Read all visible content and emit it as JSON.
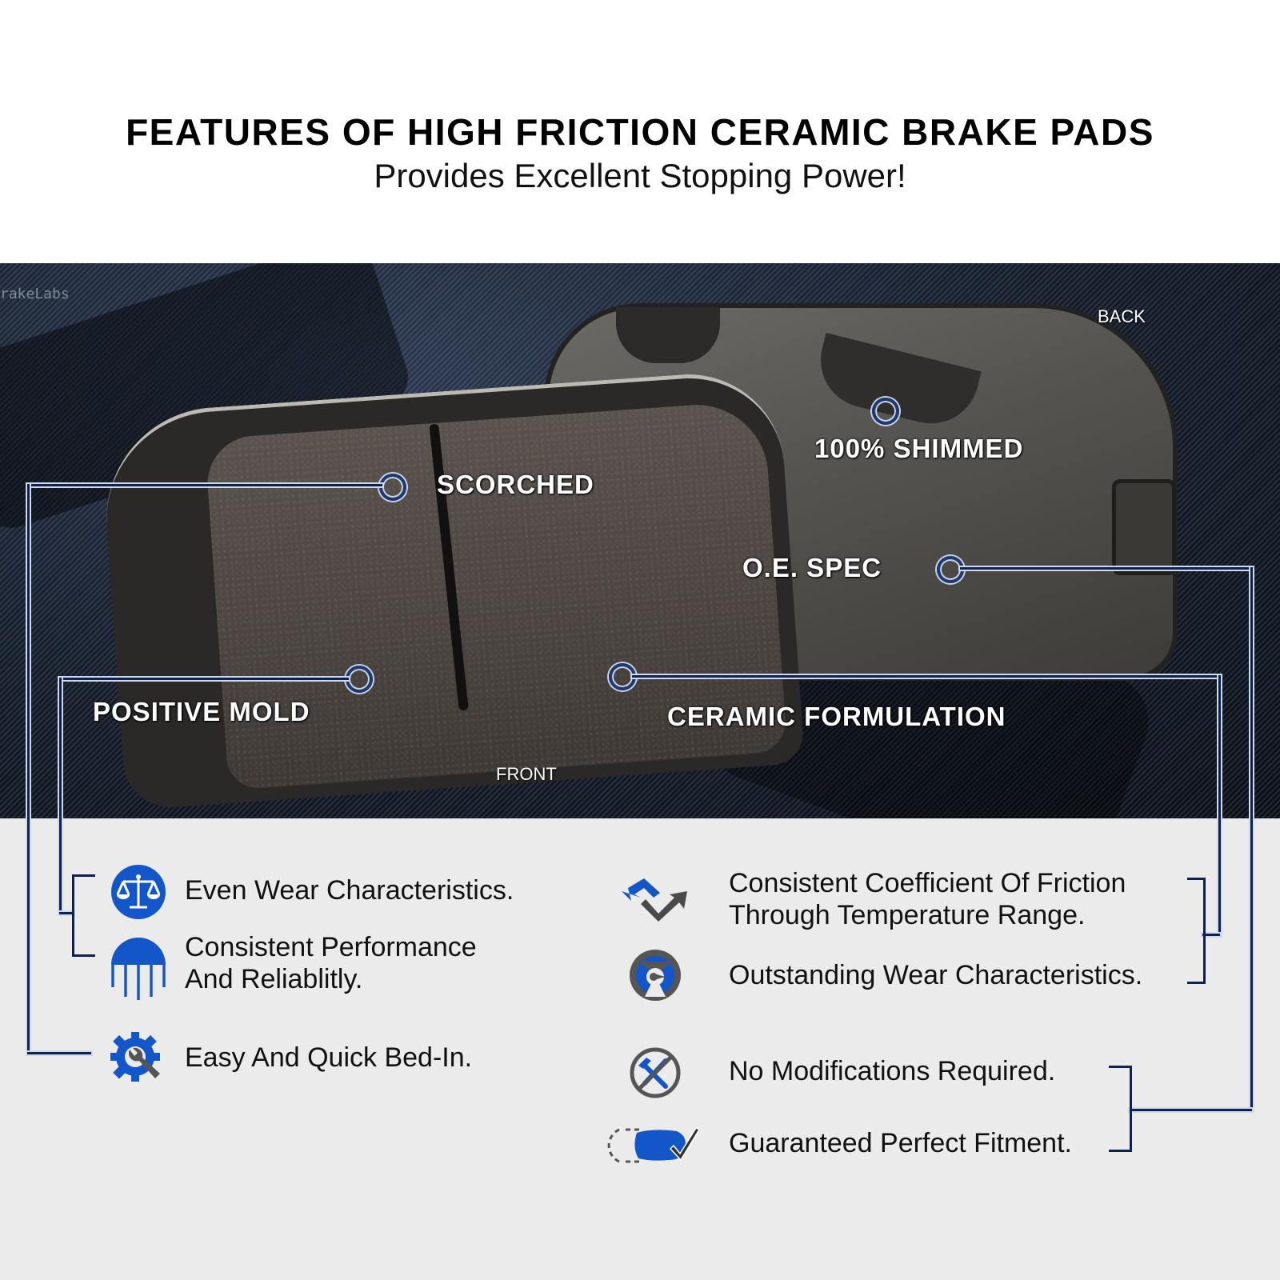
{
  "header": {
    "title": "FEATURES OF HIGH FRICTION CERAMIC BRAKE PADS",
    "subtitle": "Provides Excellent Stopping Power!"
  },
  "hero": {
    "watermark": "rakeLabs",
    "back_label": "BACK",
    "front_label": "FRONT",
    "callouts": {
      "scorched": "SCORCHED",
      "shimmed": "100% SHIMMED",
      "oe_spec": "O.E. SPEC",
      "positive_mold": "POSITIVE MOLD",
      "ceramic_formulation": "CERAMIC FORMULATION"
    }
  },
  "features": {
    "left": [
      {
        "icon": "scales-icon",
        "text": "Even Wear Characteristics."
      },
      {
        "icon": "umbrella-shield-icon",
        "text_line1": "Consistent Performance",
        "text_line2": "And Reliablitly."
      },
      {
        "icon": "gear-wrench-icon",
        "text": "Easy And Quick Bed-In."
      }
    ],
    "right": [
      {
        "icon": "zigzag-arrows-icon",
        "text_line1": "Consistent Coefficient Of Friction",
        "text_line2": "Through Temperature Range."
      },
      {
        "icon": "speedometer-icon",
        "text": "Outstanding Wear Characteristics."
      },
      {
        "icon": "no-tools-icon",
        "text": "No Modifications Required."
      },
      {
        "icon": "fitment-check-icon",
        "text": "Guaranteed Perfect Fitment."
      }
    ]
  },
  "colors": {
    "accent_blue": "#1356c9",
    "icon_gray": "#555555",
    "connector_navy": "#0d2250",
    "lower_bg": "#ebebeb"
  }
}
